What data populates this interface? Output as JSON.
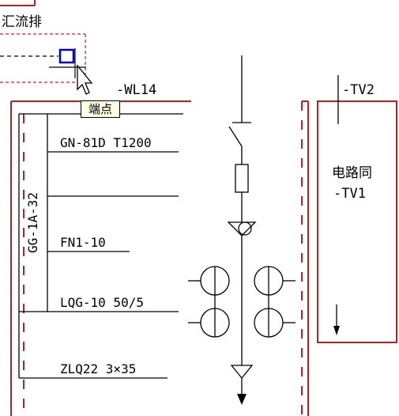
{
  "colors": {
    "frame_red": "#b22222",
    "dashed_red": "#cc2222",
    "line": "#000000",
    "snap_marker": "#0000cc",
    "tooltip_bg": "#ffffe1"
  },
  "labels": {
    "busbar": "汇流排",
    "wl14": "-WL14",
    "tv2": "-TV2",
    "gn": "GN-81D T1200",
    "gg": "GG-1A-32",
    "fn": "FN1-10",
    "lqg": "LQG-10 50/5",
    "zlq": "ZLQ22 3×35",
    "same_circuit": "电路同",
    "tv1": "-TV1"
  },
  "tooltip": {
    "text": "端点"
  },
  "icons": {
    "cursor": "arrow-cursor-icon",
    "snap": "endpoint-snap-icon"
  }
}
